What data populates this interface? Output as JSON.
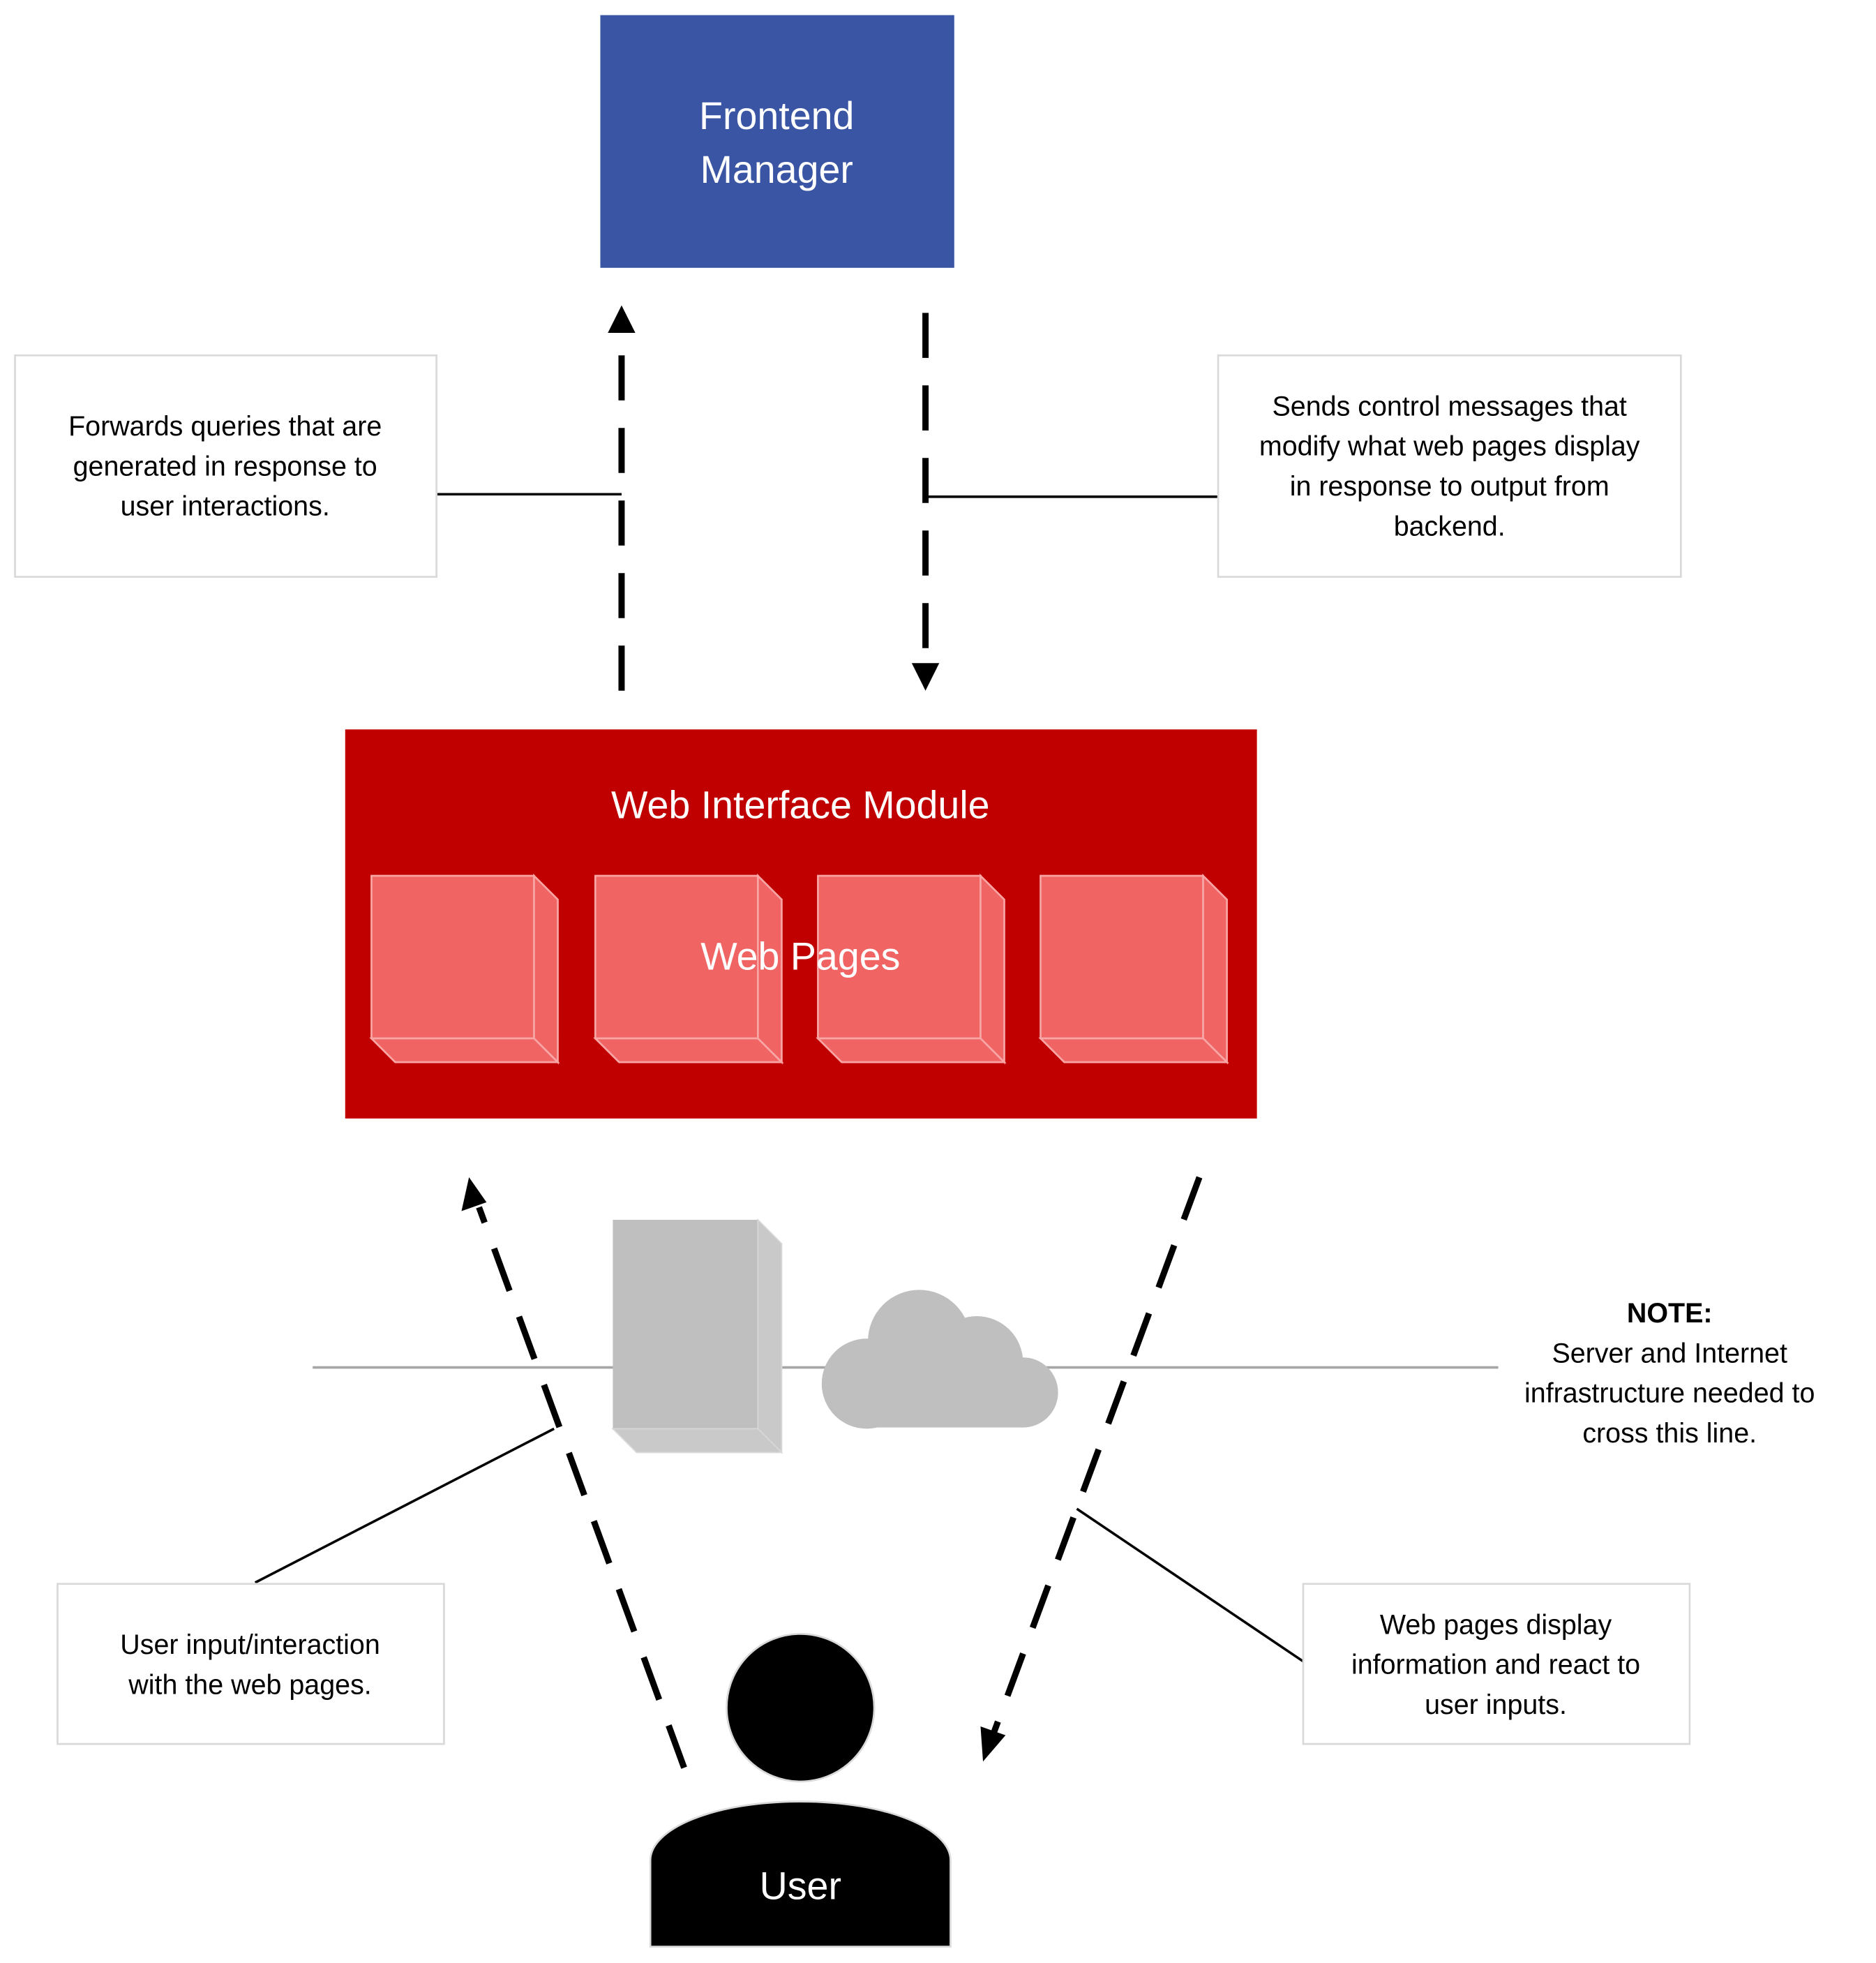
{
  "nodes": {
    "frontend_manager": {
      "line1": "Frontend",
      "line2": "Manager",
      "color": "#3A55A4"
    },
    "web_interface_module": {
      "title": "Web Interface Module",
      "color": "#C00000",
      "pages_label": "Web Pages",
      "page_color": "#F06464"
    },
    "user": {
      "label": "User",
      "color": "#000000"
    },
    "infrastructure": {
      "server_color": "#BFBFBF",
      "cloud_color": "#BFBFBF"
    }
  },
  "callouts": {
    "forwards_queries": {
      "line1": "Forwards queries that are",
      "line2": "generated in response to",
      "line3": "user interactions."
    },
    "control_messages": {
      "line1": "Sends control messages that",
      "line2": "modify what web pages display",
      "line3": "in response to output from",
      "line4": "backend."
    },
    "user_input": {
      "line1": "User input/interaction",
      "line2": "with the web pages."
    },
    "pages_display": {
      "line1": "Web pages display",
      "line2": "information and react to",
      "line3": "user inputs."
    }
  },
  "note": {
    "heading": "NOTE:",
    "line1": "Server and Internet",
    "line2": "infrastructure needed to",
    "line3": "cross this line."
  }
}
